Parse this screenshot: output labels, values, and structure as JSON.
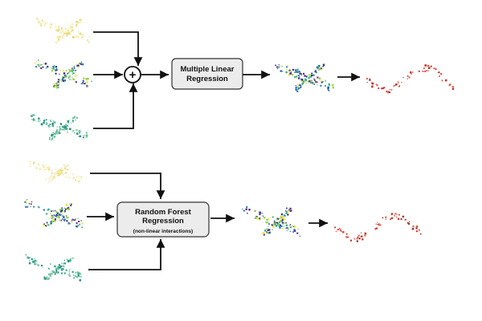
{
  "pipelines": [
    {
      "id": "linear",
      "combine_symbol": "+",
      "model": {
        "line1": "Multiple Linear",
        "line2": "Regression",
        "note": ""
      },
      "inputs": [
        {
          "colormap": "yellow"
        },
        {
          "colormap": "viridis"
        },
        {
          "colormap": "teal"
        }
      ],
      "prediction": {
        "colormap": "viridis"
      },
      "residual": {
        "colormap": "red"
      }
    },
    {
      "id": "forest",
      "combine_symbol": "",
      "model": {
        "line1": "Random Forest",
        "line2": "Regression",
        "note": "(non-linear interactions)"
      },
      "inputs": [
        {
          "colormap": "yellow"
        },
        {
          "colormap": "viridis"
        },
        {
          "colormap": "teal"
        }
      ],
      "prediction": {
        "colormap": "viridis"
      },
      "residual": {
        "colormap": "red"
      }
    }
  ],
  "colors": {
    "arrow": "#111111",
    "box_fill": "#ececec",
    "box_stroke": "#333333",
    "yellow": [
      "#f5e6a8",
      "#efe08c",
      "#f7eebf",
      "#e8d879"
    ],
    "viridis": [
      "#2c3e9e",
      "#2f7fb5",
      "#3bb58a",
      "#9bd447",
      "#f0e23b",
      "#5a2d82"
    ],
    "teal": [
      "#3aa689",
      "#6cc39b",
      "#2f8f8a",
      "#8fd3a8"
    ],
    "red": [
      "#c0392b",
      "#d64541",
      "#a93226",
      "#e06b5f"
    ]
  }
}
